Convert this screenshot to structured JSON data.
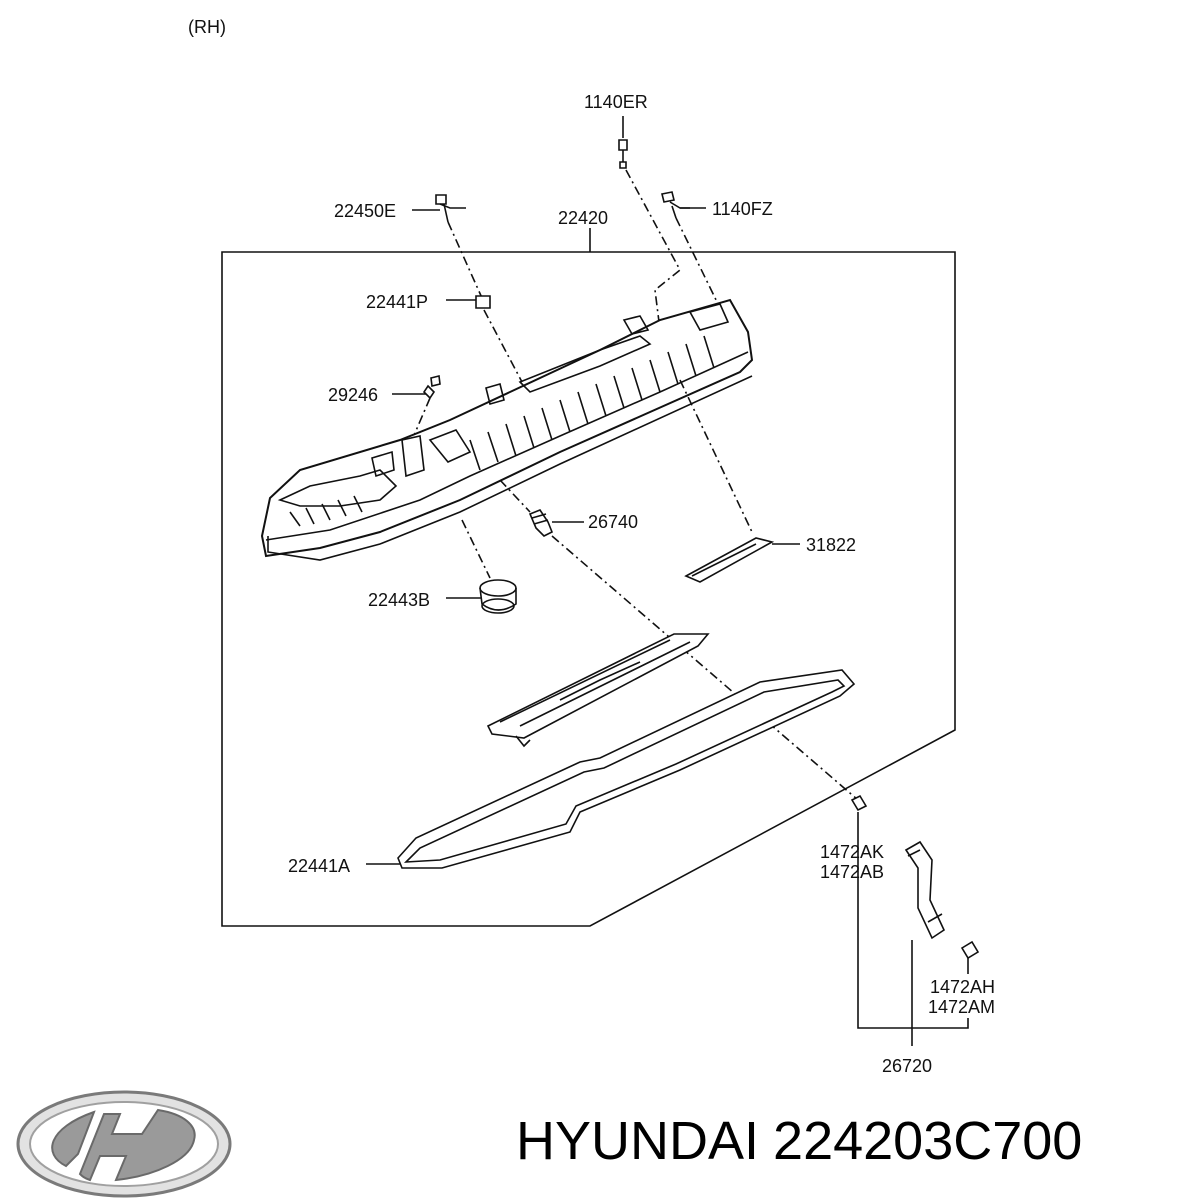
{
  "diagram": {
    "side_label": "(RH)",
    "parts": {
      "p1140ER": "1140ER",
      "p22450E": "22450E",
      "p22420": "22420",
      "p1140FZ": "1140FZ",
      "p22441P": "22441P",
      "p29246": "29246",
      "p26740": "26740",
      "p31822": "31822",
      "p22443B": "22443B",
      "p22441A": "22441A",
      "p1472AK": "1472AK",
      "p1472AB": "1472AB",
      "p1472AH": "1472AH",
      "p1472AM": "1472AM",
      "p26720": "26720"
    }
  },
  "footer": {
    "brand": "HYUNDAI",
    "part_number": "224203C700"
  },
  "logo": {
    "name": "hyundai-logo",
    "color": "#8a8a8a"
  }
}
